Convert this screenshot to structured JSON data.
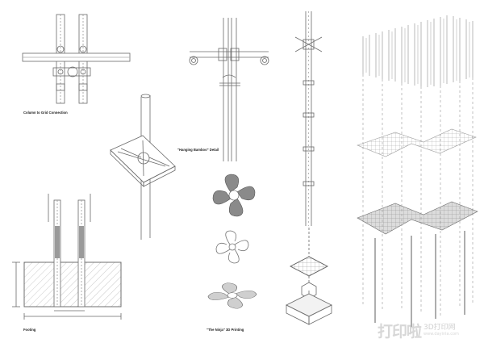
{
  "labels": {
    "column_grid": "Column to Grid Connection",
    "hanging_bamboo": "\"Hanging Bamboo\" Detail",
    "footing": "Footing",
    "ninja_print": "\"The Ninja\" 3D Printing"
  },
  "watermark": {
    "logo": "打印啦",
    "chinese": "3D打印网",
    "url": "www.dayinla.com"
  },
  "colors": {
    "line": "#6a6a6a",
    "light_line": "#a8a8a8",
    "hatch": "#9a9a9a",
    "ninja_fill": "#8a8a8a"
  }
}
